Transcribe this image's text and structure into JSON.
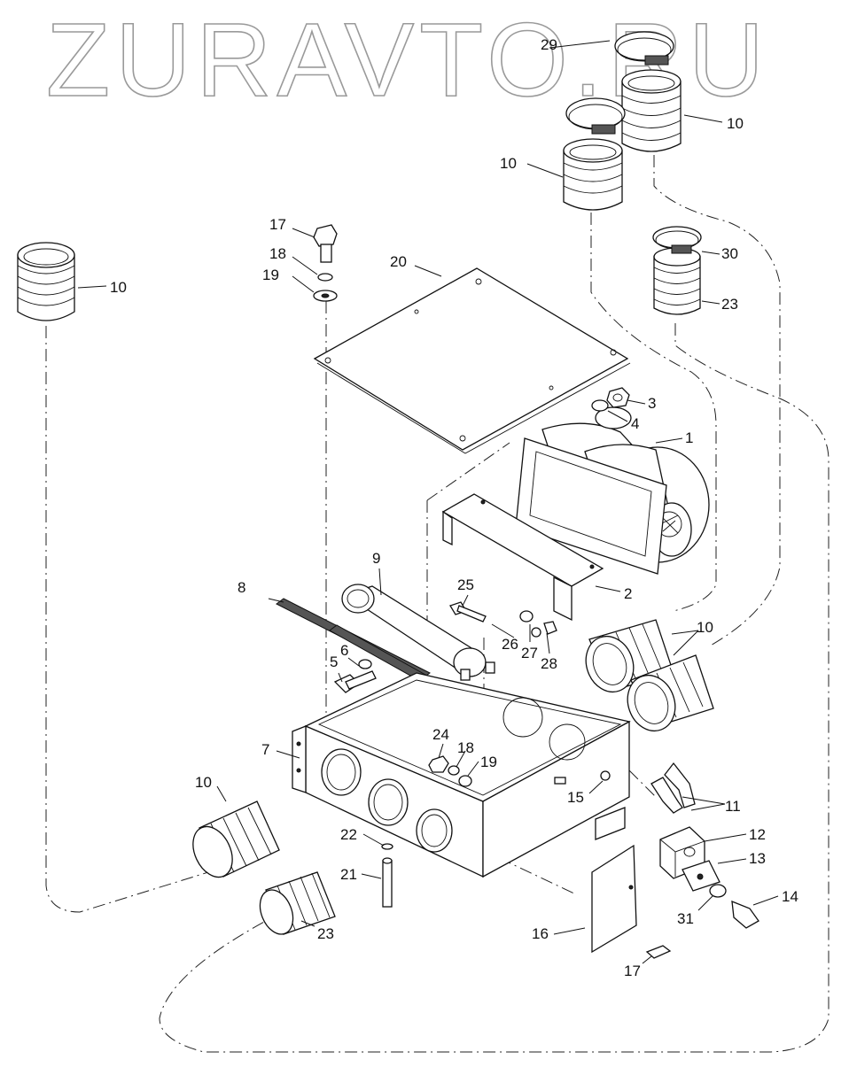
{
  "watermark": "ZURAVTO.RU",
  "callouts": {
    "c1": "1",
    "c2": "2",
    "c3": "3",
    "c4": "4",
    "c5": "5",
    "c6": "6",
    "c7": "7",
    "c8": "8",
    "c9": "9",
    "c10a": "10",
    "c10b": "10",
    "c10c": "10",
    "c10d": "10",
    "c10e": "10",
    "c11": "11",
    "c12": "12",
    "c13": "13",
    "c14": "14",
    "c15": "15",
    "c16": "16",
    "c17a": "17",
    "c17b": "17",
    "c18a": "18",
    "c18b": "18",
    "c19a": "19",
    "c19b": "19",
    "c20": "20",
    "c21": "21",
    "c22": "22",
    "c23a": "23",
    "c23b": "23",
    "c24": "24",
    "c25": "25",
    "c26": "26",
    "c27": "27",
    "c28": "28",
    "c29": "29",
    "c30": "30",
    "c31": "31"
  }
}
